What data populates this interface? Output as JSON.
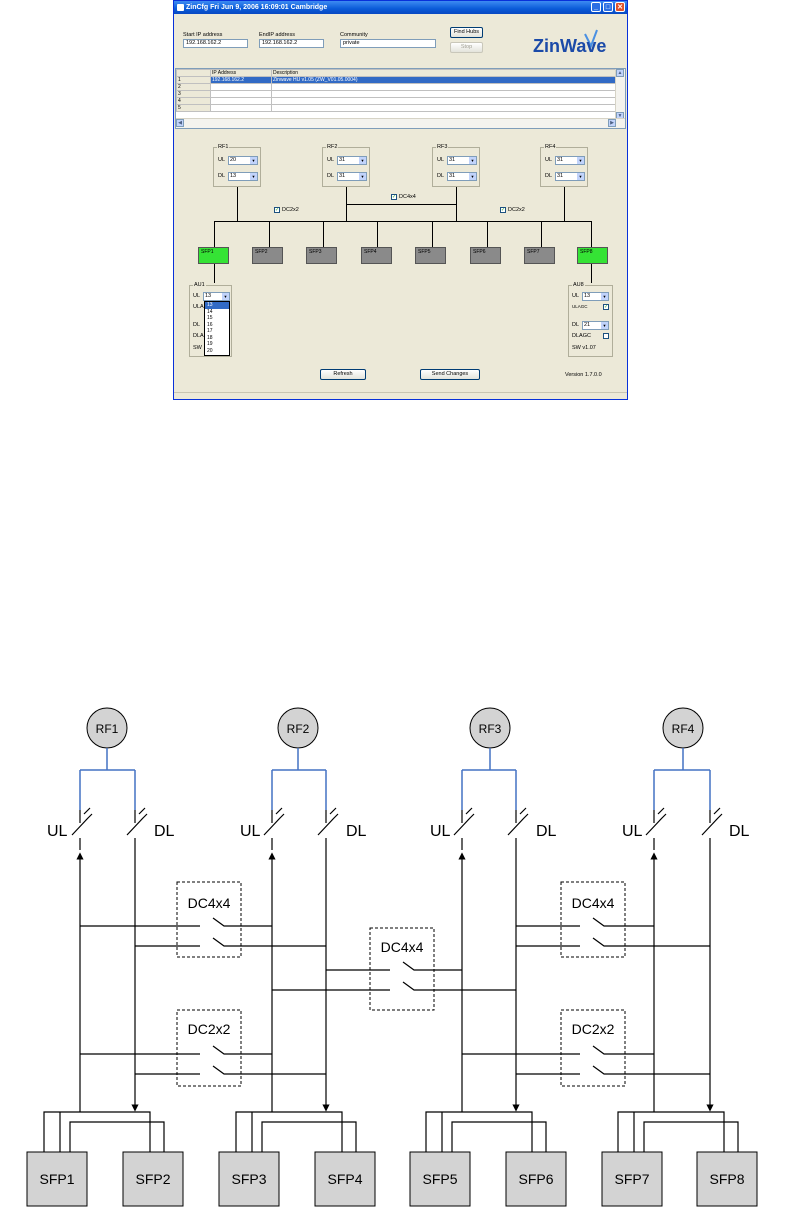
{
  "window": {
    "title": "ZinCfg   Fri Jun 9, 2006 16:09:01 Cambridge",
    "min_glyph": "_",
    "max_glyph": "□",
    "close_glyph": "✕"
  },
  "header": {
    "start_ip_label": "Start IP address",
    "start_ip_value": "192.168.162.2",
    "end_ip_label": "EndIP address",
    "end_ip_value": "192.168.162.2",
    "community_label": "Community",
    "community_value": "private",
    "find_hubs_label": "Find Hubs",
    "stop_label": "Stop",
    "logo_text": "ZinWave"
  },
  "grid": {
    "columns": [
      "IP Address",
      "Description"
    ],
    "rows": [
      {
        "num": "1",
        "ip": "192.168.162.2",
        "desc": "Zinwave HU v1.05 (ZW_V01.05.0004)"
      },
      {
        "num": "2",
        "ip": "",
        "desc": ""
      },
      {
        "num": "3",
        "ip": "",
        "desc": ""
      },
      {
        "num": "4",
        "ip": "",
        "desc": ""
      },
      {
        "num": "5",
        "ip": "",
        "desc": ""
      }
    ],
    "up_arrow": "▲",
    "down_arrow": "▼",
    "left_arrow": "◀",
    "right_arrow": "▶"
  },
  "rf_groups": [
    {
      "name": "RF1",
      "ul_label": "UL",
      "ul": "20",
      "dl_label": "DL",
      "dl": "13"
    },
    {
      "name": "RF2",
      "ul_label": "UL",
      "ul": "31",
      "dl_label": "DL",
      "dl": "31"
    },
    {
      "name": "RF3",
      "ul_label": "UL",
      "ul": "31",
      "dl_label": "DL",
      "dl": "31"
    },
    {
      "name": "RF4",
      "ul_label": "UL",
      "ul": "31",
      "dl_label": "DL",
      "dl": "31"
    }
  ],
  "dc_checks": [
    {
      "label": "DC2x2",
      "checked": true
    },
    {
      "label": "DC4x4",
      "checked": true
    },
    {
      "label": "DC2x2",
      "checked": true
    }
  ],
  "check_glyph": "✓",
  "sfps": [
    {
      "label": "SFP1",
      "active": true
    },
    {
      "label": "SFP2",
      "active": false
    },
    {
      "label": "SFP3",
      "active": false
    },
    {
      "label": "SFP4",
      "active": false
    },
    {
      "label": "SFP5",
      "active": false
    },
    {
      "label": "SFP6",
      "active": false
    },
    {
      "label": "SFP7",
      "active": false
    },
    {
      "label": "SFP8",
      "active": true
    }
  ],
  "au1": {
    "title": "AU1",
    "ul_label": "UL",
    "ul_value": "13",
    "ulagc_label": "ULAG",
    "dl_label": "DL",
    "dlagc_label": "DLAG",
    "sw_label": "SW",
    "dropdown_options": [
      "13",
      "14",
      "15",
      "16",
      "17",
      "18",
      "19",
      "20"
    ],
    "dropdown_selected": "13"
  },
  "au8": {
    "title": "AU8",
    "ul_label": "UL",
    "ul_value": "13",
    "ulagc_label": "ULAGC",
    "ulagc_checked": true,
    "dl_label": "DL",
    "dl_value": "21",
    "dlagc_label": "DLAGC",
    "dlagc_checked": false,
    "sw_version": "SW v1.07"
  },
  "footer": {
    "refresh_label": "Refresh",
    "send_changes_label": "Send Changes",
    "version": "Version 1.7.0.0"
  },
  "diagram": {
    "rf_nodes": [
      "RF1",
      "RF2",
      "RF3",
      "RF4"
    ],
    "ul_label": "UL",
    "dl_label": "DL",
    "dc_boxes": [
      "DC4x4",
      "DC4x4",
      "DC4x4",
      "DC2x2",
      "DC2x2"
    ],
    "sfp_boxes": [
      "SFP1",
      "SFP2",
      "SFP3",
      "SFP4",
      "SFP5",
      "SFP6",
      "SFP7",
      "SFP8"
    ]
  },
  "colors": {
    "titlebar": "#0a5bd8",
    "window_bg": "#ece9d8",
    "selection": "#316ac5",
    "sfp_active": "#35e335",
    "sfp_inactive": "#8a8a8a",
    "diagram_box": "#d3d3d3",
    "diagram_node": "#d3d3d3",
    "diagram_bus": "#4472c4"
  }
}
